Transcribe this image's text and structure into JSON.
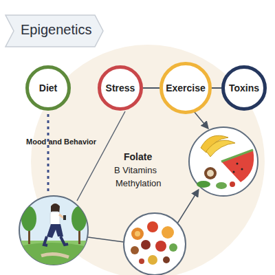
{
  "diagram": {
    "title": "Epigenetics",
    "nodes": [
      {
        "text": [
          "Diet"
        ]
      },
      {
        "text": [
          "Stress"
        ]
      },
      {
        "text": [
          "Exercise"
        ]
      },
      {
        "text": [
          "Toxins"
        ]
      }
    ],
    "edges": [
      {
        "from": 1,
        "to": 2,
        "arrow": "none"
      },
      {
        "from": 2,
        "to": 3,
        "arrow": "none"
      }
    ],
    "labels": [
      "Mood and Behavior",
      "Folate",
      "B Vitamins",
      "Methylation"
    ]
  }
}
